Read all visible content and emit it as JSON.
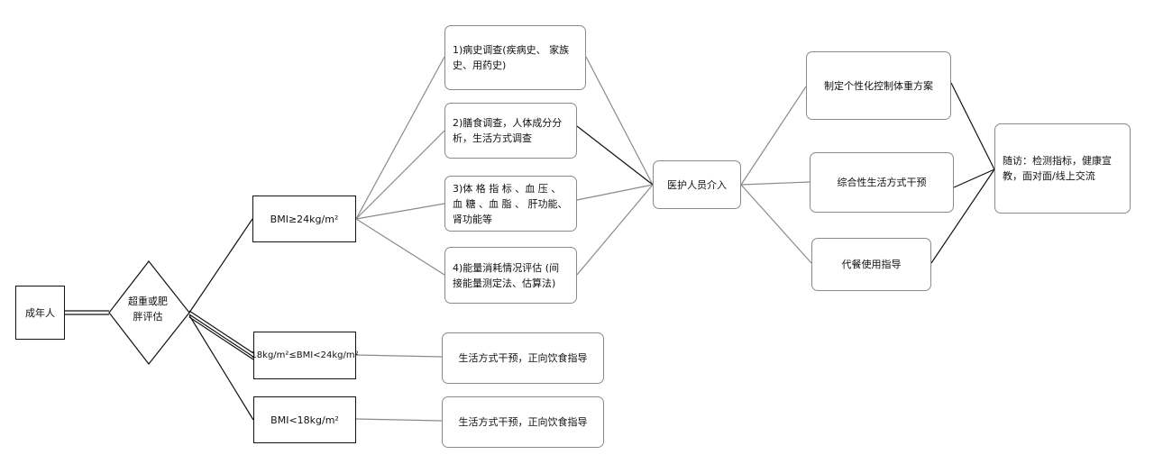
{
  "nodes": {
    "adult": "成年人",
    "assess": "超重或肥胖评估",
    "bmi_high": "BMI≥24kg/m²",
    "bmi_mid": "18kg/m²≤BMI<24kg/m²",
    "bmi_low": "BMI<18kg/m²",
    "history": "1)病史调查(疾病史、 家族史、用药史)",
    "diet": "2)膳食调查，人体成分分析，生活方式调查",
    "body": "3)体 格 指 标 、血 压 、血 糖 、血 脂 、 肝功能、肾功能等",
    "energy": "4)能量消耗情况评估 (间接能量测定法、估算法)",
    "medical": "医护人员介入",
    "plan": "制定个性化控制体重方案",
    "lifestyle": "综合性生活方式干预",
    "meal": "代餐使用指导",
    "followup": "随访：检测指标，健康宣教，面对面/线上交流",
    "guide_mid": "生活方式干预，正向饮食指导",
    "guide_low": "生活方式干预，正向饮食指导"
  },
  "colors": {
    "line_dark": "#111111",
    "line_gray": "#8a8a8a",
    "box_border": "#8a8a8a"
  }
}
